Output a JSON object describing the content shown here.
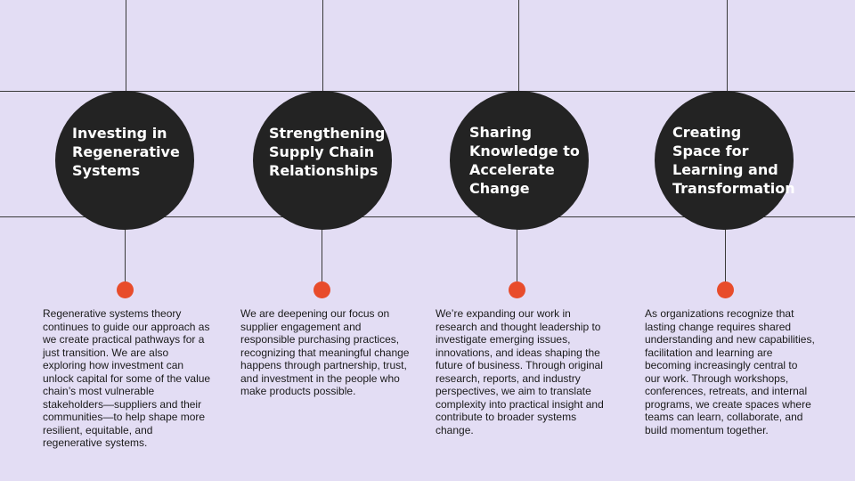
{
  "colors": {
    "background": "#e3ddf4",
    "line": "#3a3a3a",
    "circle": "#232323",
    "title_text": "#ffffff",
    "dot": "#e84c2b",
    "body_text": "#1a1a1a"
  },
  "columns": [
    {
      "title": "Investing in\nRegenerative\nSystems",
      "description": "Regenerative systems theory continues to guide our approach as we create practical pathways for a just transition. We are also exploring how investment can unlock capital for some of the value chain’s most vulnerable stakeholders—suppliers and their communities—to help shape more resilient, equitable, and regenerative systems."
    },
    {
      "title": "Strengthening\nSupply Chain\nRelationships",
      "description": "We are deepening our focus on supplier engagement and responsible purchasing practices, recognizing that meaningful change happens through partnership, trust, and investment in the people who make products possible."
    },
    {
      "title": "Sharing\nKnowledge to\nAccelerate\nChange",
      "description": "We’re expanding our work in research and thought leadership to investigate emerging issues, innovations, and ideas shaping the future of business. Through original research, reports, and industry perspectives, we aim to translate complexity into practical insight and contribute to broader systems change."
    },
    {
      "title": "Creating\nSpace for\nLearning and\nTransformation",
      "description": "As organizations recognize that lasting change requires shared understanding and new capabilities, facilitation and learning are becoming increasingly central to our work. Through workshops, conferences, retreats, and internal programs, we create spaces where teams can learn, collaborate, and build momentum together."
    }
  ]
}
